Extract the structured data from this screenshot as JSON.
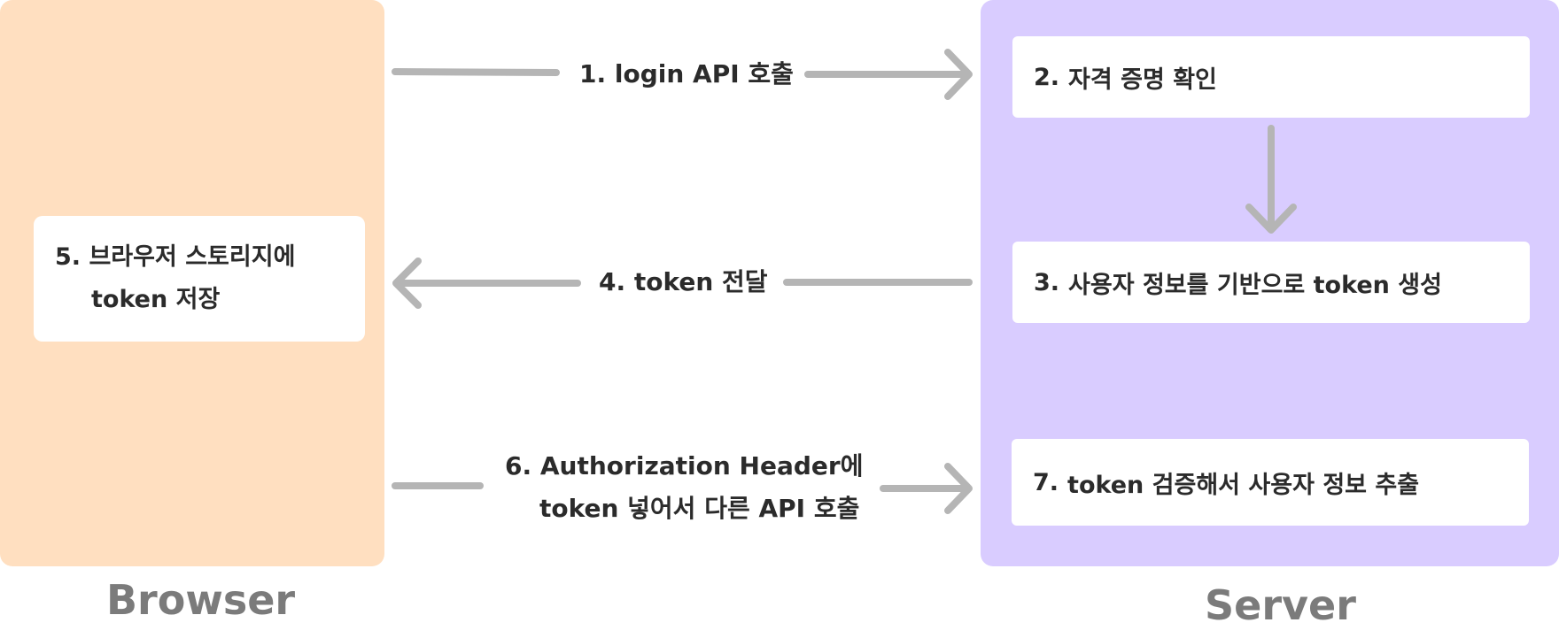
{
  "panels": {
    "browser": {
      "title": "Browser",
      "color": "#ffdfc0"
    },
    "server": {
      "title": "Server",
      "color": "#d9ccff"
    }
  },
  "steps": {
    "step1": {
      "num": "1.",
      "text": "login API 호출"
    },
    "step2": {
      "num": "2.",
      "text": "자격 증명 확인"
    },
    "step3": {
      "num": "3.",
      "text": "사용자 정보를 기반으로 token 생성"
    },
    "step4": {
      "num": "4.",
      "text": "token 전달"
    },
    "step5": {
      "num": "5.",
      "line1": "브라우저 스토리지에",
      "line2": "token 저장"
    },
    "step6": {
      "num": "6.",
      "line1": "Authorization Header에",
      "line2": "token 넣어서 다른 API 호출"
    },
    "step7": {
      "num": "7.",
      "text": "token 검증해서 사용자 정보 추출"
    }
  },
  "colors": {
    "arrow": "#b5b5b5",
    "text": "#2b2b2b",
    "title": "#7b7b7b"
  }
}
